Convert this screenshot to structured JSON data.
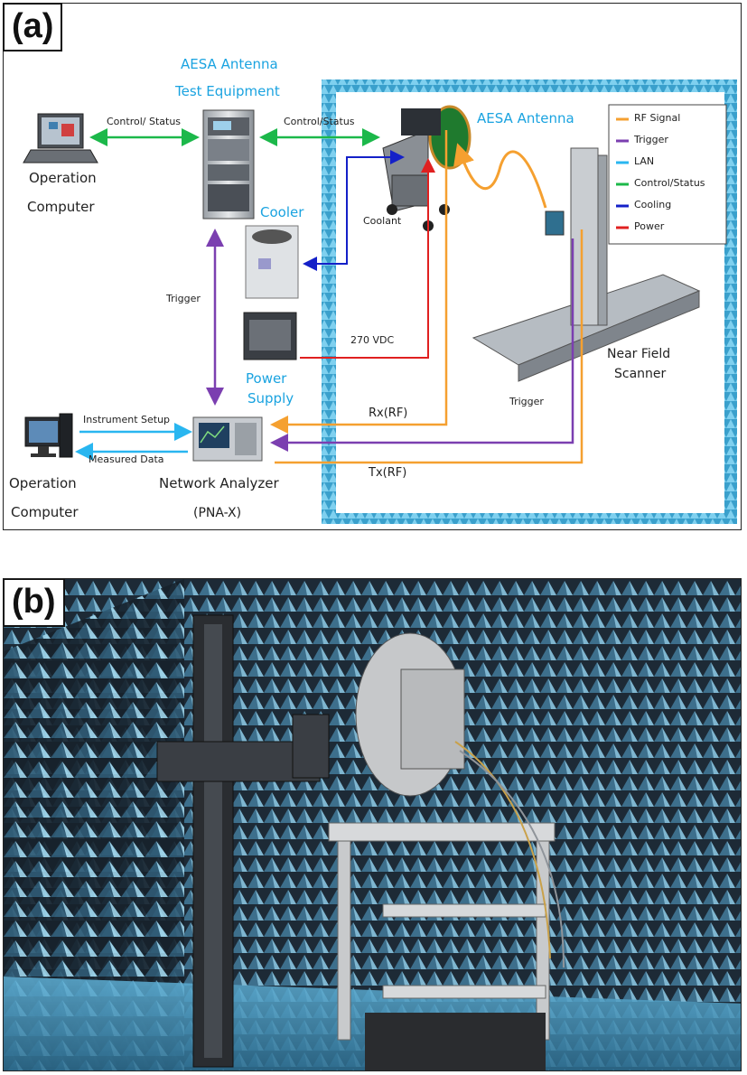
{
  "panel_a": {
    "label": "(a)",
    "test_equipment_title_1": "AESA Antenna",
    "test_equipment_title_2": "Test Equipment",
    "operation_computer_top_1": "Operation",
    "operation_computer_top_2": "Computer",
    "control_status_left": "Control/ Status",
    "control_status_right": "Control/Status",
    "aesa_antenna_label": "AESA Antenna",
    "cooler_label": "Cooler",
    "coolant_label": "Coolant",
    "trigger_vertical_label": "Trigger",
    "power_supply_1": "Power",
    "power_supply_2": "Supply",
    "vdc_label": "270 VDC",
    "near_field_1": "Near Field",
    "near_field_2": "Scanner",
    "trigger_lower_label": "Trigger",
    "rx_label": "Rx(RF)",
    "tx_label": "Tx(RF)",
    "instrument_setup": "Instrument Setup",
    "measured_data": "Measured Data",
    "operation_computer_bottom_1": "Operation",
    "operation_computer_bottom_2": "Computer",
    "network_analyzer_1": "Network Analyzer",
    "network_analyzer_2": "(PNA-X)",
    "legend": [
      {
        "label": "RF Signal",
        "color": "#f5a030"
      },
      {
        "label": "Trigger",
        "color": "#7b3fb0"
      },
      {
        "label": "LAN",
        "color": "#29b6f0"
      },
      {
        "label": "Control/Status",
        "color": "#1cb84a"
      },
      {
        "label": "Cooling",
        "color": "#1420c8"
      },
      {
        "label": "Power",
        "color": "#e02020"
      }
    ]
  },
  "panel_b": {
    "label": "(b)"
  }
}
